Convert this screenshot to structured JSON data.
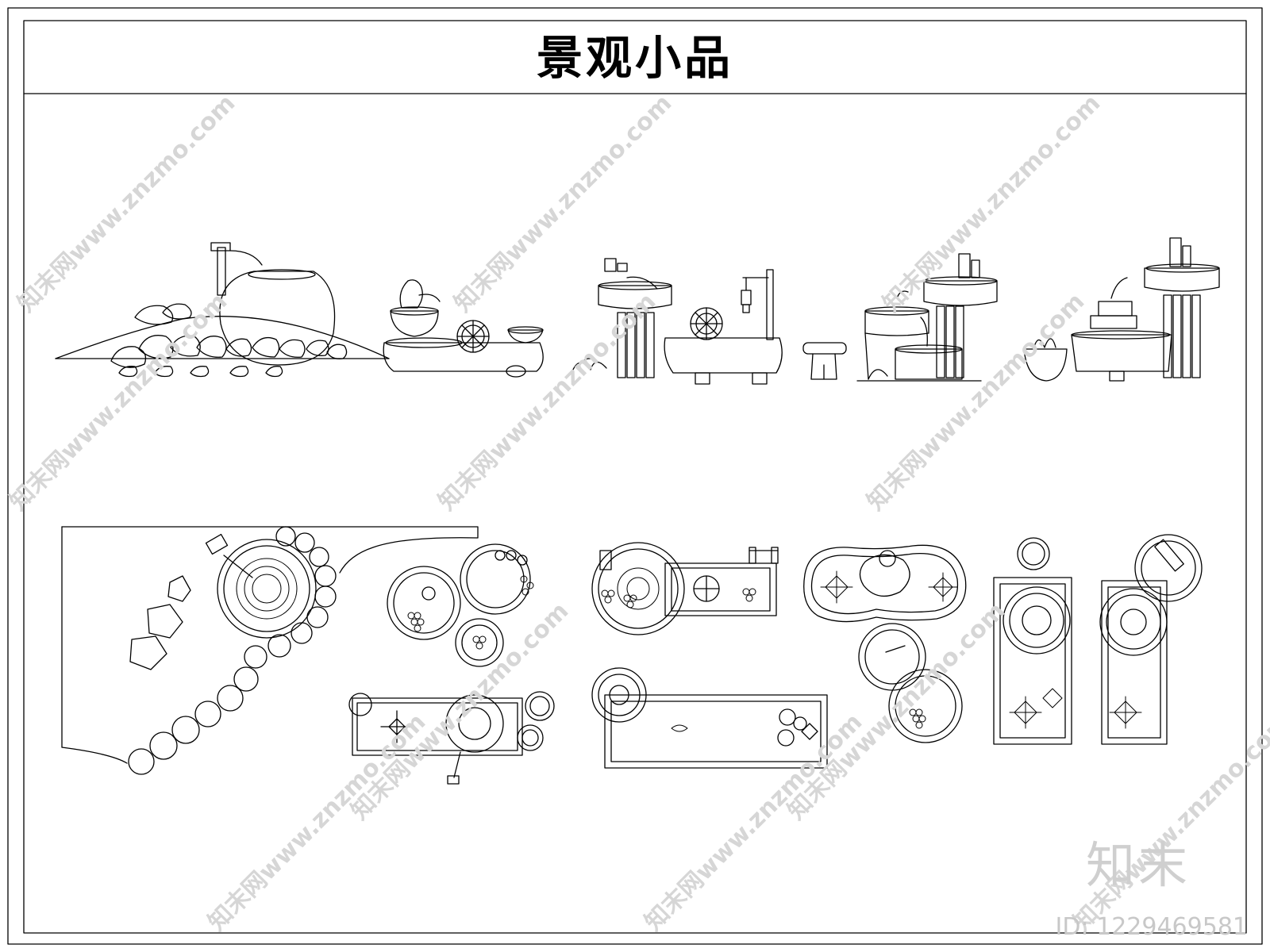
{
  "title": "景观小品",
  "watermark": {
    "text": "知末网www.znzmo.com",
    "color": "#d6d6d6"
  },
  "brand_mark": "知末",
  "document_id": "ID: 1229469581",
  "colors": {
    "line": "#000000",
    "background": "#ffffff"
  }
}
